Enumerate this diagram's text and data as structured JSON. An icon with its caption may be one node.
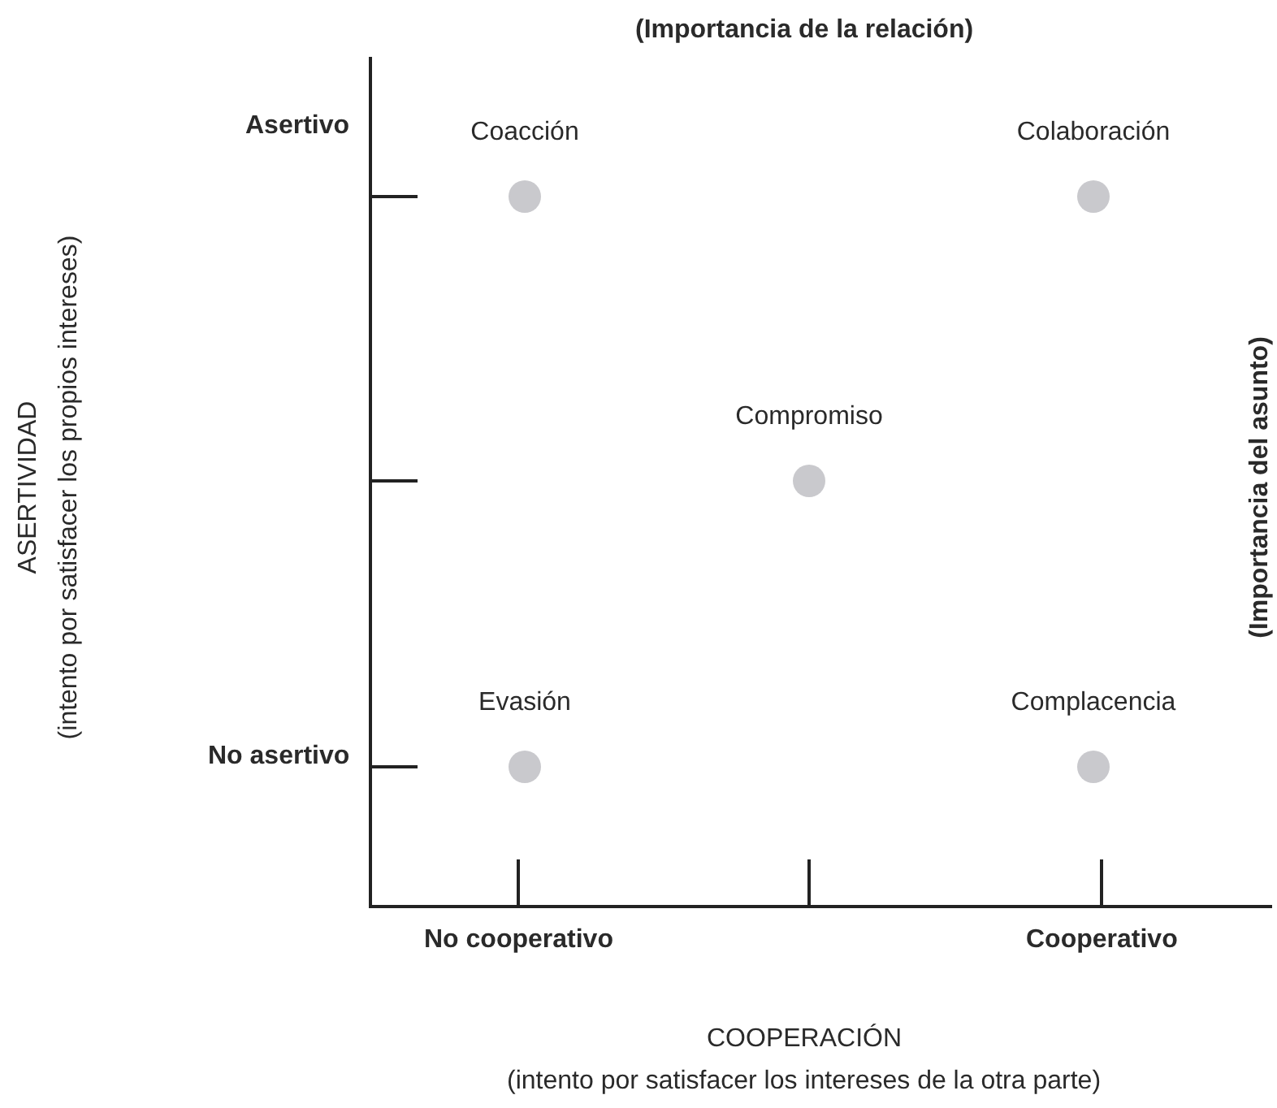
{
  "diagram": {
    "nodes": [
      {
        "text": [
          "Coacción"
        ]
      },
      {
        "text": [
          "Colaboración"
        ]
      },
      {
        "text": [
          "Compromiso"
        ]
      },
      {
        "text": [
          "Evasión"
        ]
      },
      {
        "text": [
          "Complacencia"
        ]
      }
    ],
    "labels": [
      "(Importancia de la relación)",
      "Asertivo",
      "ASERTIVIDAD",
      "(intento por satisfacer los propios intereses)",
      "(Importancia del asunto)",
      "No asertivo",
      "No cooperativo",
      "Cooperativo",
      "COOPERACIÓN",
      "(intento por satisfacer los intereses de la otra parte)"
    ]
  }
}
